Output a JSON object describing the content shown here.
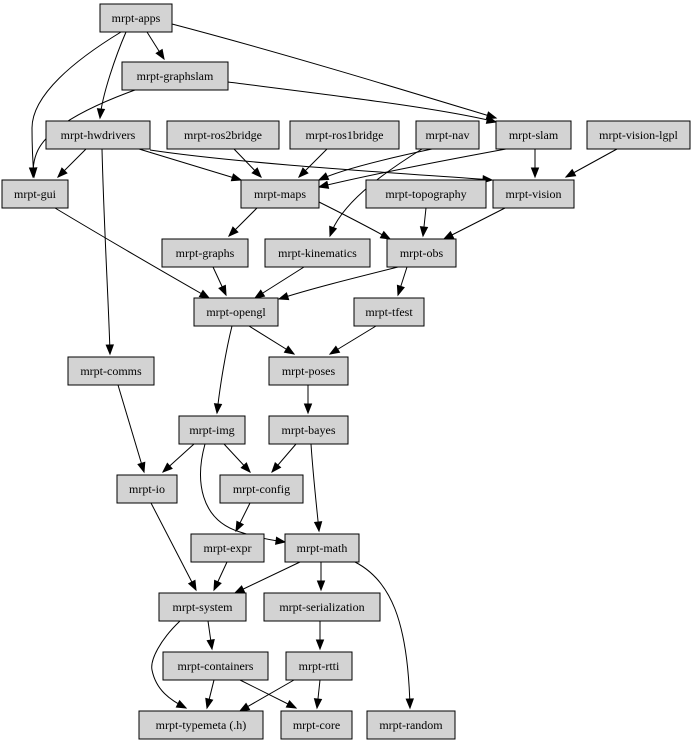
{
  "diagram": {
    "type": "dependency-graph",
    "colors": {
      "node_fill": "#d3d3d3",
      "node_stroke": "#000000",
      "edge": "#000000",
      "background": "#ffffff"
    },
    "nodes": [
      {
        "id": "apps",
        "label": "mrpt-apps"
      },
      {
        "id": "graphslam",
        "label": "mrpt-graphslam"
      },
      {
        "id": "hwdrivers",
        "label": "mrpt-hwdrivers"
      },
      {
        "id": "ros2bridge",
        "label": "mrpt-ros2bridge"
      },
      {
        "id": "ros1bridge",
        "label": "mrpt-ros1bridge"
      },
      {
        "id": "nav",
        "label": "mrpt-nav"
      },
      {
        "id": "slam",
        "label": "mrpt-slam"
      },
      {
        "id": "visionlgpl",
        "label": "mrpt-vision-lgpl"
      },
      {
        "id": "gui",
        "label": "mrpt-gui"
      },
      {
        "id": "maps",
        "label": "mrpt-maps"
      },
      {
        "id": "topography",
        "label": "mrpt-topography"
      },
      {
        "id": "vision",
        "label": "mrpt-vision"
      },
      {
        "id": "graphs",
        "label": "mrpt-graphs"
      },
      {
        "id": "kinematics",
        "label": "mrpt-kinematics"
      },
      {
        "id": "obs",
        "label": "mrpt-obs"
      },
      {
        "id": "opengl",
        "label": "mrpt-opengl"
      },
      {
        "id": "tfest",
        "label": "mrpt-tfest"
      },
      {
        "id": "comms",
        "label": "mrpt-comms"
      },
      {
        "id": "poses",
        "label": "mrpt-poses"
      },
      {
        "id": "img",
        "label": "mrpt-img"
      },
      {
        "id": "bayes",
        "label": "mrpt-bayes"
      },
      {
        "id": "io",
        "label": "mrpt-io"
      },
      {
        "id": "config",
        "label": "mrpt-config"
      },
      {
        "id": "expr",
        "label": "mrpt-expr"
      },
      {
        "id": "math",
        "label": "mrpt-math"
      },
      {
        "id": "system",
        "label": "mrpt-system"
      },
      {
        "id": "serialization",
        "label": "mrpt-serialization"
      },
      {
        "id": "containers",
        "label": "mrpt-containers"
      },
      {
        "id": "rtti",
        "label": "mrpt-rtti"
      },
      {
        "id": "typemeta",
        "label": "mrpt-typemeta (.h)"
      },
      {
        "id": "core",
        "label": "mrpt-core"
      },
      {
        "id": "random",
        "label": "mrpt-random"
      }
    ],
    "edges": [
      {
        "from": "apps",
        "to": "graphslam"
      },
      {
        "from": "apps",
        "to": "hwdrivers"
      },
      {
        "from": "apps",
        "to": "gui"
      },
      {
        "from": "apps",
        "to": "slam"
      },
      {
        "from": "graphslam",
        "to": "gui"
      },
      {
        "from": "graphslam",
        "to": "slam"
      },
      {
        "from": "hwdrivers",
        "to": "gui"
      },
      {
        "from": "hwdrivers",
        "to": "maps"
      },
      {
        "from": "hwdrivers",
        "to": "vision"
      },
      {
        "from": "hwdrivers",
        "to": "comms"
      },
      {
        "from": "ros2bridge",
        "to": "maps"
      },
      {
        "from": "ros1bridge",
        "to": "maps"
      },
      {
        "from": "nav",
        "to": "maps"
      },
      {
        "from": "nav",
        "to": "kinematics"
      },
      {
        "from": "slam",
        "to": "maps"
      },
      {
        "from": "slam",
        "to": "vision"
      },
      {
        "from": "visionlgpl",
        "to": "vision"
      },
      {
        "from": "gui",
        "to": "opengl"
      },
      {
        "from": "maps",
        "to": "graphs"
      },
      {
        "from": "maps",
        "to": "obs"
      },
      {
        "from": "topography",
        "to": "obs"
      },
      {
        "from": "vision",
        "to": "obs"
      },
      {
        "from": "graphs",
        "to": "opengl"
      },
      {
        "from": "kinematics",
        "to": "opengl"
      },
      {
        "from": "obs",
        "to": "opengl"
      },
      {
        "from": "obs",
        "to": "tfest"
      },
      {
        "from": "opengl",
        "to": "poses"
      },
      {
        "from": "opengl",
        "to": "img"
      },
      {
        "from": "tfest",
        "to": "poses"
      },
      {
        "from": "comms",
        "to": "io"
      },
      {
        "from": "poses",
        "to": "bayes"
      },
      {
        "from": "img",
        "to": "io"
      },
      {
        "from": "img",
        "to": "config"
      },
      {
        "from": "img",
        "to": "math"
      },
      {
        "from": "bayes",
        "to": "config"
      },
      {
        "from": "bayes",
        "to": "math"
      },
      {
        "from": "io",
        "to": "system"
      },
      {
        "from": "config",
        "to": "expr"
      },
      {
        "from": "expr",
        "to": "system"
      },
      {
        "from": "math",
        "to": "system"
      },
      {
        "from": "math",
        "to": "serialization"
      },
      {
        "from": "math",
        "to": "random"
      },
      {
        "from": "system",
        "to": "containers"
      },
      {
        "from": "system",
        "to": "typemeta"
      },
      {
        "from": "serialization",
        "to": "rtti"
      },
      {
        "from": "containers",
        "to": "typemeta"
      },
      {
        "from": "containers",
        "to": "core"
      },
      {
        "from": "rtti",
        "to": "typemeta"
      },
      {
        "from": "rtti",
        "to": "core"
      }
    ]
  }
}
